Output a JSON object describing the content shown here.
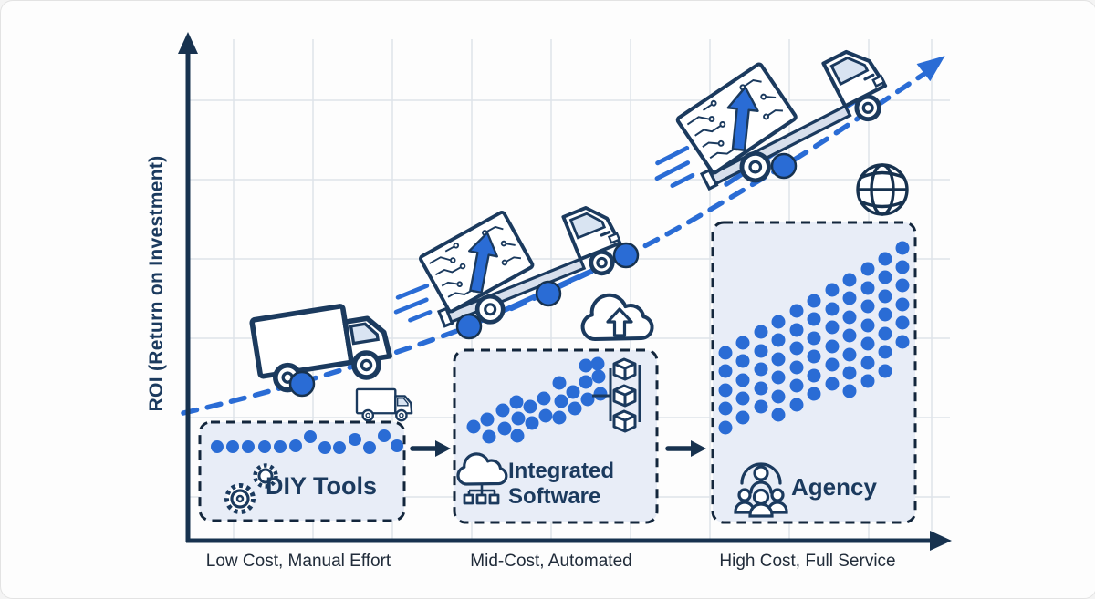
{
  "y_axis": {
    "label": "ROI (Return on Investment)"
  },
  "x_axis": {
    "labels": [
      "Low Cost, Manual Effort",
      "Mid-Cost, Automated",
      "High Cost, Full Service"
    ]
  },
  "stages": [
    {
      "title": "DIY Tools",
      "icon": "gears-icon"
    },
    {
      "title": "Integrated Software",
      "icon": "cloud-network-icon"
    },
    {
      "title": "Agency",
      "icon": "team-icon"
    }
  ],
  "colors": {
    "accent_blue": "#2a6cd5",
    "navy": "#17324f",
    "box_fill": "#e8edf7",
    "grid": "#dee3ea"
  },
  "dot_groups": [
    {
      "layer": "diy-dots-layer",
      "r": 7,
      "fill": "#2a6cd5",
      "points": [
        [
          237,
          489
        ],
        [
          254,
          489
        ],
        [
          271,
          489
        ],
        [
          289,
          489
        ],
        [
          306,
          489
        ],
        [
          323,
          488
        ],
        [
          339,
          478
        ],
        [
          355,
          490
        ],
        [
          371,
          490
        ],
        [
          388,
          481
        ],
        [
          404,
          490
        ],
        [
          420,
          477
        ],
        [
          434,
          488
        ]
      ]
    },
    {
      "layer": "integrated-dots-layer",
      "r": 7.5,
      "fill": "#2a6cd5",
      "points": [
        [
          518,
          467
        ],
        [
          533,
          459
        ],
        [
          535,
          478
        ],
        [
          550,
          449
        ],
        [
          552,
          469
        ],
        [
          565,
          440
        ],
        [
          567,
          458
        ],
        [
          566,
          477
        ],
        [
          580,
          445
        ],
        [
          582,
          463
        ],
        [
          595,
          436
        ],
        [
          597,
          455
        ],
        [
          612,
          419
        ],
        [
          614,
          439
        ],
        [
          612,
          457
        ],
        [
          627,
          429
        ],
        [
          629,
          447
        ],
        [
          641,
          400
        ],
        [
          641,
          418
        ],
        [
          643,
          437
        ],
        [
          655,
          412
        ],
        [
          657,
          431
        ],
        [
          654,
          398
        ]
      ]
    },
    {
      "layer": "agency-dots-layer",
      "r": 7.5,
      "fill": "#2a6cd5",
      "points": [
        [
          794,
          386
        ],
        [
          794,
          406
        ],
        [
          794,
          427
        ],
        [
          794,
          447
        ],
        [
          794,
          468
        ],
        [
          813,
          375
        ],
        [
          813,
          395
        ],
        [
          813,
          416
        ],
        [
          813,
          436
        ],
        [
          813,
          457
        ],
        [
          833,
          363
        ],
        [
          833,
          384
        ],
        [
          833,
          404
        ],
        [
          833,
          425
        ],
        [
          833,
          445
        ],
        [
          852,
          352
        ],
        [
          852,
          372
        ],
        [
          852,
          393
        ],
        [
          852,
          413
        ],
        [
          852,
          434
        ],
        [
          852,
          454
        ],
        [
          872,
          340
        ],
        [
          872,
          361
        ],
        [
          872,
          381
        ],
        [
          872,
          402
        ],
        [
          872,
          422
        ],
        [
          872,
          443
        ],
        [
          891,
          329
        ],
        [
          891,
          349
        ],
        [
          891,
          370
        ],
        [
          891,
          390
        ],
        [
          891,
          411
        ],
        [
          891,
          431
        ],
        [
          911,
          317
        ],
        [
          911,
          338
        ],
        [
          911,
          358
        ],
        [
          911,
          379
        ],
        [
          911,
          399
        ],
        [
          911,
          420
        ],
        [
          930,
          306
        ],
        [
          930,
          326
        ],
        [
          930,
          347
        ],
        [
          930,
          367
        ],
        [
          930,
          388
        ],
        [
          930,
          408
        ],
        [
          930,
          428
        ],
        [
          950,
          294
        ],
        [
          950,
          315
        ],
        [
          950,
          335
        ],
        [
          950,
          356
        ],
        [
          950,
          376
        ],
        [
          950,
          397
        ],
        [
          950,
          417
        ],
        [
          969,
          283
        ],
        [
          969,
          303
        ],
        [
          969,
          324
        ],
        [
          969,
          344
        ],
        [
          969,
          365
        ],
        [
          969,
          385
        ],
        [
          969,
          406
        ],
        [
          988,
          271
        ],
        [
          988,
          292
        ],
        [
          988,
          312
        ],
        [
          988,
          333
        ],
        [
          988,
          353
        ],
        [
          988,
          374
        ]
      ]
    },
    {
      "layer": "curve-markers-layer",
      "r": 13,
      "fill": "#2a6cd5",
      "stroke": "#17324f",
      "stroke_width": 2.5,
      "points": [
        [
          330,
          420
        ],
        [
          513,
          357
        ],
        [
          600,
          321
        ],
        [
          685,
          279
        ],
        [
          858,
          181
        ]
      ]
    }
  ]
}
